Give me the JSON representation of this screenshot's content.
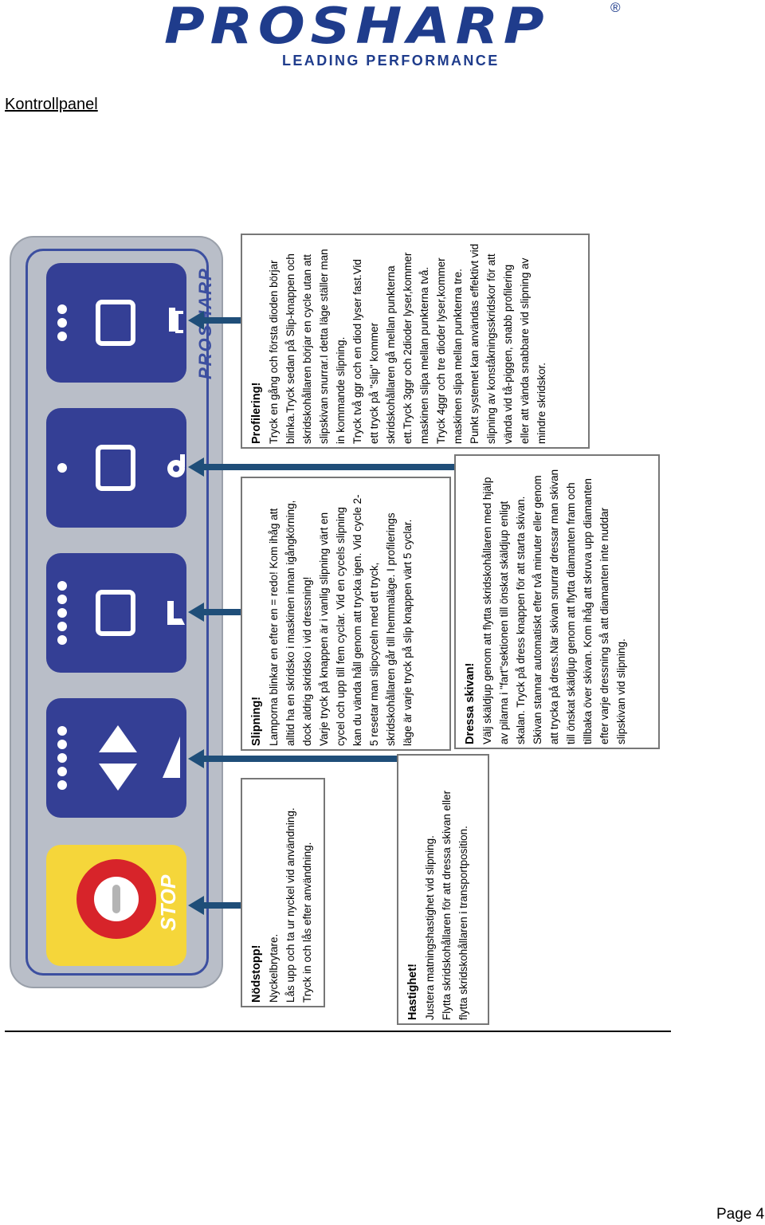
{
  "logo": {
    "word": "PROSHARP",
    "registered": "®",
    "tagline": "LEADING PERFORMANCE"
  },
  "page_title": "Kontrollpanel",
  "panel": {
    "brand_vertical": "PROSHARP",
    "stop_label": "STOP"
  },
  "colors": {
    "brand_blue": "#1f3c8c",
    "tile_blue": "#343f95",
    "stop_yellow": "#f5d63a",
    "key_red": "#d7242a",
    "arrow_blue": "#1f4e79"
  },
  "icons": [
    "speed-arrows-icon",
    "skate-icon",
    "diamond-dresser-icon",
    "profile-cup-icon",
    "stop-key-icon"
  ],
  "boxes": {
    "profilering": {
      "heading": "Profilering!",
      "lines": [
        "Tryck en gång och första dioden börjar",
        "blinka.Tryck sedan på Slip-knappen och",
        "skridskohållaren börjar en cycle utan att",
        "slipskivan snurrar.I detta läge ställer man",
        "in kommande slipning.",
        "Tryck två ggr och en diod lyser fast.Vid",
        "ett tryck på \"slip\" kommer",
        "skridskohållaren gå mellan punkterna",
        "ett.Tryck 3ggr och 2dioder lyser,kommer",
        "maskinen slipa mellan punkterna två.",
        "Tryck 4ggr och tre dioder lyser,kommer",
        "maskinen slipa mellan punkterna tre.",
        "Punkt systemet kan användas effektivt vid",
        "slipning av konståkningsskridskor för att",
        "vända vid tå-piggen, snabb profilering",
        "eller att vända snabbare vid slipning av",
        "mindre skridskor."
      ]
    },
    "slipning": {
      "heading": "Slipning!",
      "lines": [
        "Lamporna blinkar en efter en = redo! Kom ihåg att",
        "alltid ha en skridsko i maskinen innan igångkörning,",
        "dock aldrig skridsko i vid dressning!",
        "Varje tryck på knappen är i vanlig slipning värt en",
        "cycel och upp till fem cyclar.  Vid en cycels slipning",
        "kan du vända håll genom att trycka igen.  Vid cycle 2-",
        "5 resetar man slipcyceln med ett tryck,",
        "skridskohållaren går till hemmaläge.  I profilerings",
        "läge är varje tryck på slip knappen värt 5 cyclar."
      ]
    },
    "dressa": {
      "heading": "Dressa skivan!",
      "lines": [
        "Välj skäldjup genom att flytta skridskohållaren med hjälp",
        "av pilarna i \"fart\"sektionen till önskat skäldjup enligt",
        "skalan. Tryck på dress knappen för att starta skivan.",
        "Skivan stannar automatiskt efter två minuter eller genom",
        "att trycka på dress.När skivan snurrar dressar man skivan",
        "till önskat skäldjup genom att flytta diamanten fram och",
        "tillbaka över skivan. Kom ihåg att skruva upp diamanten",
        "efter varje dressning så att diamanten inte nuddar",
        "slipskivan vid slipning."
      ]
    },
    "nodstopp": {
      "heading": "Nödstopp!",
      "lines": [
        "Nyckelbrytare.",
        "Lås upp och ta ur nyckel vid användning.",
        "Tryck in och lås efter användning."
      ]
    },
    "hastighet": {
      "heading": "Hastighet!",
      "lines": [
        "Justera matningshastighet vid slipning.",
        "Flytta skridskohållaren för att dressa skivan eller",
        "flytta skridskohållaren i transportposition."
      ]
    }
  },
  "footer": {
    "page": "Page 4"
  }
}
